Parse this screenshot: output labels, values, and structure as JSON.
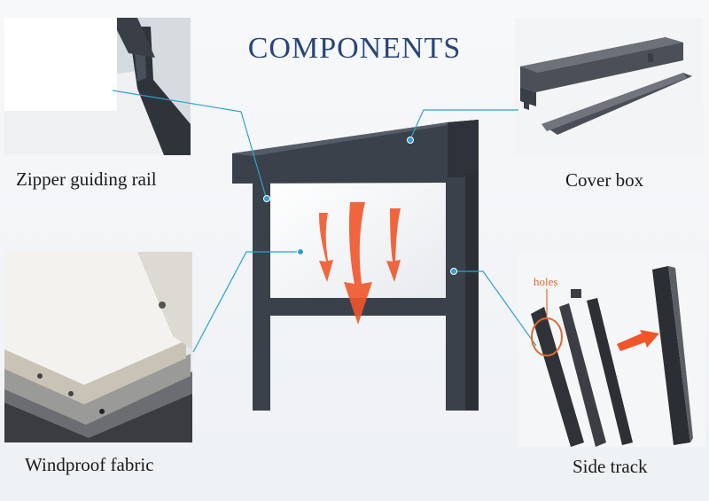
{
  "title": "COMPONENTS",
  "components": {
    "zipper_guiding_rail": "Zipper guiding rail",
    "cover_box": "Cover box",
    "windproof_fabric": "Windproof fabric",
    "side_track": "Side track",
    "holes_label": "holes"
  },
  "colors": {
    "title": "#27457a",
    "frame": "#3b414b",
    "leader_line": "#2aa3cf",
    "arrow": "#f0562a",
    "callout": "#e5682d"
  }
}
